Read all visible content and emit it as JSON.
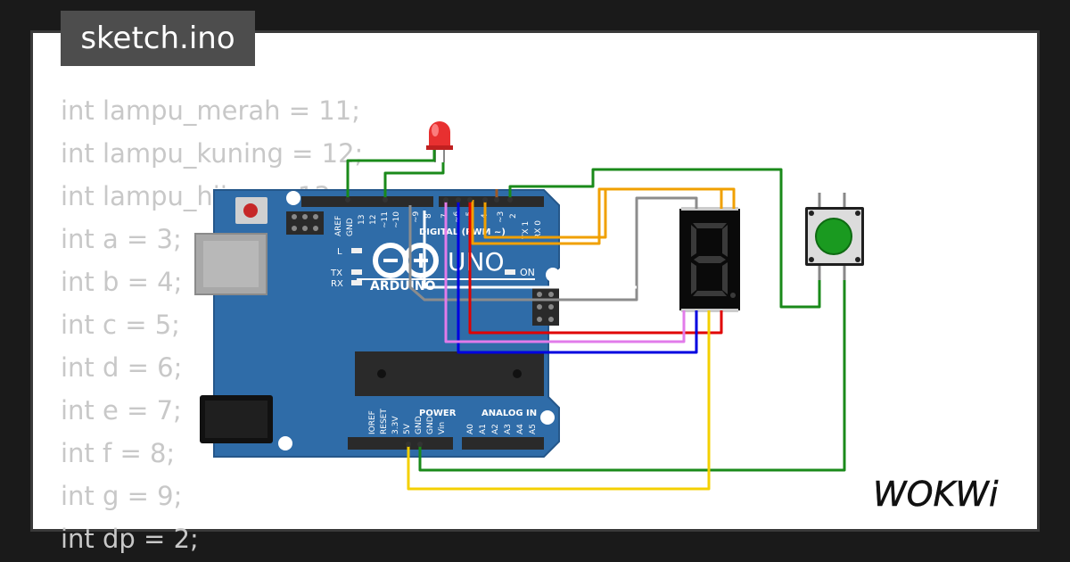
{
  "window": {
    "title": "sketch.ino"
  },
  "code_lines": [
    "int lampu_merah = 11;",
    "int lampu_kuning = 12;",
    "int lampu_hijau = 13;",
    "int a = 3;",
    "int b = 4;",
    "int c = 5;",
    "int d = 6;",
    "int e = 7;",
    "int f = 8;",
    "int g = 9;",
    "int dp = 2;"
  ],
  "board": {
    "brand": "ARDUINO",
    "model": "UNO",
    "digital_label": "DIGITAL (PWM ~)",
    "digital_pins": [
      "AREF",
      "GND",
      "13",
      "12",
      "~11",
      "~10",
      "~9",
      "8",
      "7",
      "~6",
      "~5",
      "4",
      "~3",
      "2",
      "TX 1",
      "RX 0"
    ],
    "led_labels": [
      "L",
      "TX",
      "RX",
      "ON"
    ],
    "power_label": "POWER",
    "power_pins": [
      "IOREF",
      "RESET",
      "3.3V",
      "5V",
      "GND",
      "GND",
      "Vin"
    ],
    "analog_label": "ANALOG IN",
    "analog_pins": [
      "A0",
      "A1",
      "A2",
      "A3",
      "A4",
      "A5"
    ]
  },
  "display": {
    "digit": "8"
  },
  "brand_logo": {
    "text": "WOKWi"
  },
  "colors": {
    "board_blue": "#2f6ca8",
    "wire_green": "#1a8a1a",
    "wire_orange": "#f0a000",
    "wire_gray": "#8c8c8c",
    "wire_red": "#e00000",
    "wire_blue": "#0000e0",
    "wire_violet": "#e27bea",
    "wire_yellow": "#f4d000",
    "wire_brown": "#9c5a28",
    "led_red": "#e83030",
    "button_green": "#1a9a20"
  }
}
